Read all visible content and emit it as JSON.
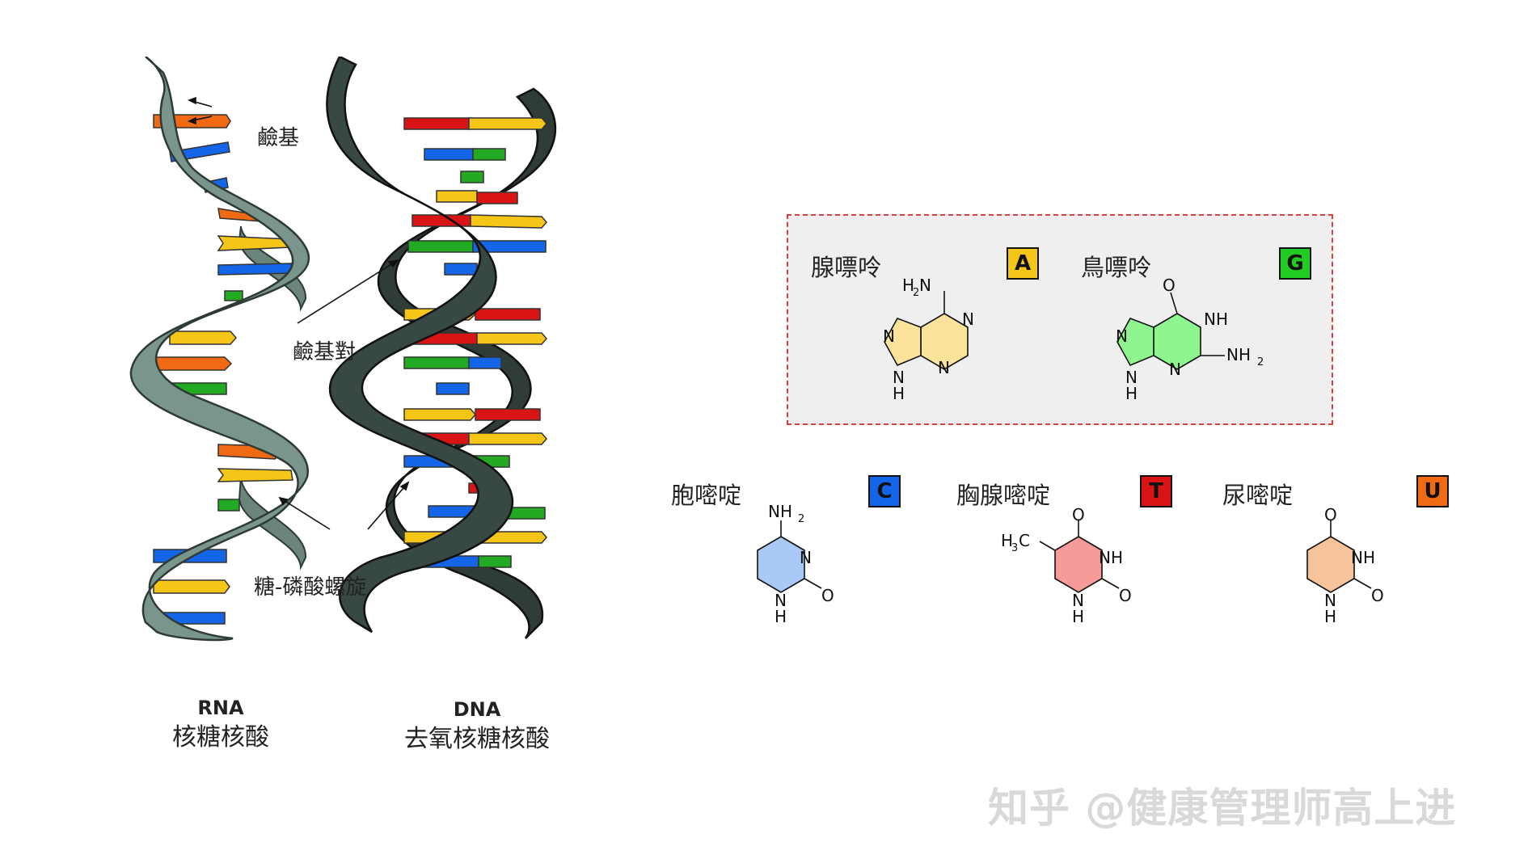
{
  "helix_labels": {
    "rna_en": "RNA",
    "rna_zh": "核糖核酸",
    "dna_en": "DNA",
    "dna_zh": "去氧核糖核酸"
  },
  "annotations": {
    "base": "鹼基",
    "base_pair": "鹼基對",
    "backbone": "糖-磷酸螺旋"
  },
  "purines": [
    {
      "name": "腺嘌呤",
      "letter": "A",
      "color": "#f5c518",
      "ring_fill": "#fbe39a"
    },
    {
      "name": "鳥嘌呤",
      "letter": "G",
      "color": "#22cc22",
      "ring_fill": "#8ff58f"
    }
  ],
  "pyrimidines": [
    {
      "name": "胞嘧啶",
      "letter": "C",
      "color": "#1565e8",
      "ring_fill": "#a9c9f7"
    },
    {
      "name": "胸腺嘧啶",
      "letter": "T",
      "color": "#d81414",
      "ring_fill": "#f79a9a"
    },
    {
      "name": "尿嘧啶",
      "letter": "U",
      "color": "#f06a14",
      "ring_fill": "#f7c39a"
    }
  ],
  "atoms": {
    "N": "N",
    "H": "H",
    "NH": "NH",
    "O": "O",
    "NH2": "NH",
    "H2N": "H",
    "H3C": "H",
    "C": "C",
    "sub2": "2",
    "sub3": "3"
  },
  "colors": {
    "rna_backbone": "#7a968c",
    "dna_backbone": "#384842",
    "frame_border": "#d84040",
    "frame_fill": "#efefef",
    "base_orange": "#f06a14",
    "base_blue": "#1565e8",
    "base_yellow": "#f5c518",
    "base_green": "#22aa22",
    "base_red": "#d81414"
  },
  "watermark": "知乎 @健康管理师高上进"
}
